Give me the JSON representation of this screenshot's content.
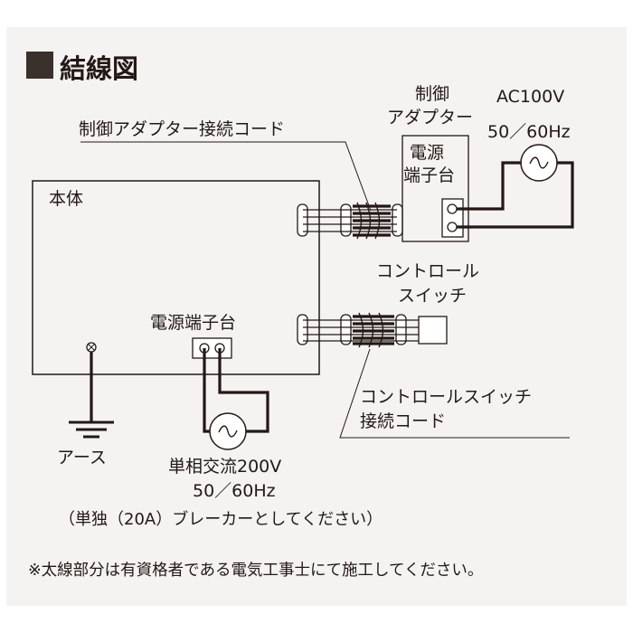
{
  "title": "結線図",
  "colors": {
    "background": "#f4f3f1",
    "line": "#231815",
    "title_marker": "#3a312c"
  },
  "body": {
    "label": "本体"
  },
  "adapter": {
    "label_line1": "制御",
    "label_line2": "アダプター",
    "terminal_line1": "電源",
    "terminal_line2": "端子台"
  },
  "ac_supply": {
    "line1": "AC100V",
    "line2": "50／60Hz"
  },
  "adapter_cord": {
    "label": "制御アダプター接続コード"
  },
  "control_switch": {
    "line1": "コントロール",
    "line2": "スイッチ"
  },
  "switch_cord": {
    "line1": "コントロールスイッチ",
    "line2": "接続コード"
  },
  "body_terminal": {
    "label": "電源端子台"
  },
  "earth": {
    "label": "アース"
  },
  "main_supply": {
    "line1": "単相交流200V",
    "line2": "50／60Hz",
    "line3": "（単独（20A）ブレーカーとしてください）"
  },
  "footnote": "※太線部分は有資格者である電気工事士にて施工してください。"
}
